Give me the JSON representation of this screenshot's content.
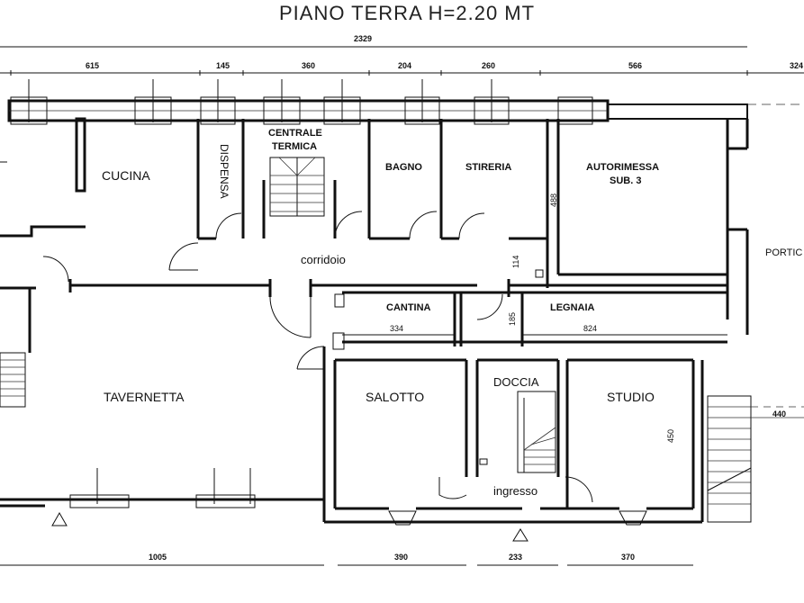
{
  "title": "PIANO TERRA   H=2.20 MT",
  "rooms": {
    "cucina": "CUCINA",
    "dispensa": "DISPENSA",
    "centrale_termica_1": "CENTRALE",
    "centrale_termica_2": "TERMICA",
    "bagno": "BAGNO",
    "stireria": "STIRERIA",
    "autorimessa_1": "AUTORIMESSA",
    "autorimessa_2": "SUB. 3",
    "portico": "PORTIC",
    "corridoio": "corridoio",
    "cantina": "CANTINA",
    "legnaia": "LEGNAIA",
    "tavernetta": "TAVERNETTA",
    "salotto": "SALOTTO",
    "doccia": "DOCCIA",
    "studio": "STUDIO",
    "ingresso": "ingresso"
  },
  "dimensions": {
    "total_top": "2329",
    "top_615": "615",
    "top_145": "145",
    "top_360": "360",
    "top_204": "204",
    "top_260": "260",
    "top_566": "566",
    "top_324": "324",
    "bottom_1005": "1005",
    "bottom_390": "390",
    "bottom_233": "233",
    "bottom_370": "370",
    "right_440": "440",
    "cantina_w": "334",
    "legnaia_w": "824",
    "v_488": "488",
    "v_114": "114",
    "v_185": "185",
    "v_450": "450"
  }
}
